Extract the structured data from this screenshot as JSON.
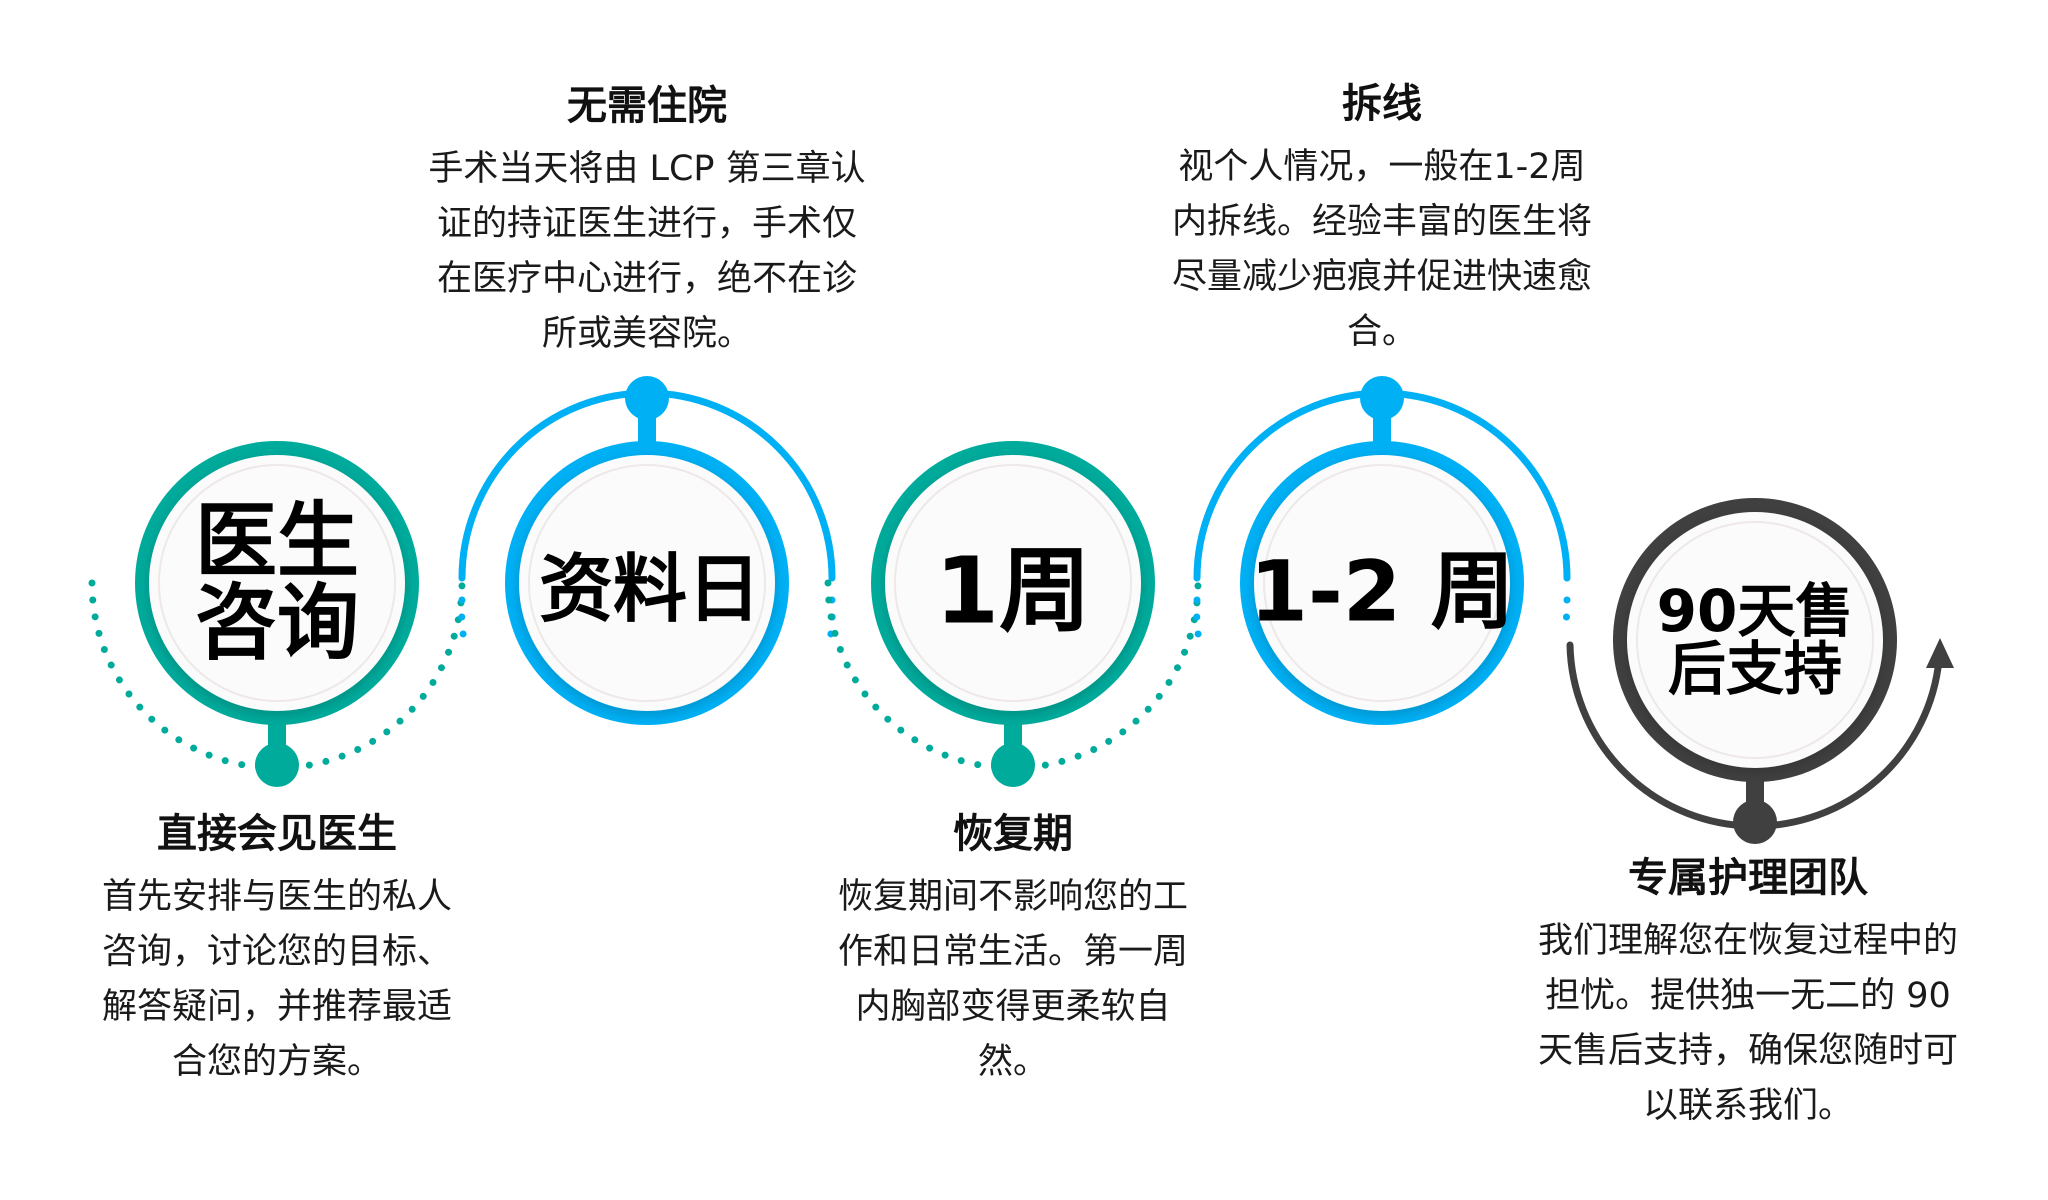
{
  "colors": {
    "teal": "#00ab9c",
    "blue": "#00b0f5",
    "dark": "#404040"
  },
  "steps": [
    {
      "circle_lines": [
        "医生",
        "咨询"
      ],
      "title": "直接会见医生",
      "lines": [
        "首先安排与医生的私人",
        "咨询，讨论您的目标、",
        "解答疑问，并推荐最适",
        "合您的方案。"
      ]
    },
    {
      "circle_lines": [
        "资料日"
      ],
      "title": "无需住院",
      "lines": [
        "手术当天将由 LCP 第三章认",
        "证的持证医生进行，手术仅",
        "在医疗中心进行，绝不在诊",
        "所或美容院。"
      ]
    },
    {
      "circle_lines": [
        "1周"
      ],
      "title": "恢复期",
      "lines": [
        "恢复期间不影响您的工",
        "作和日常生活。第一周",
        "内胸部变得更柔软自",
        "然。"
      ]
    },
    {
      "circle_lines": [
        "1-2 周"
      ],
      "title": "拆线",
      "lines": [
        "视个人情况，一般在1-2周",
        "内拆线。经验丰富的医生将",
        "尽量减少疤痕并促进快速愈",
        "合。"
      ]
    },
    {
      "circle_lines": [
        "90天售",
        "后支持"
      ],
      "title": "专属护理团队",
      "lines": [
        "我们理解您在恢复过程中的",
        "担忧。提供独一无二的 90",
        "天售后支持，确保您随时可",
        "以联系我们。"
      ]
    }
  ]
}
